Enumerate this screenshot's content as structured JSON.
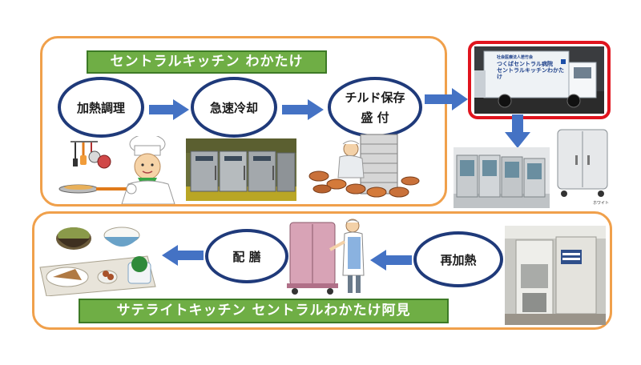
{
  "top_banner": "セントラルキッチン わかたけ",
  "bottom_banner": "サテライトキッチン セントラルわかたけ阿見",
  "steps": {
    "heat_cook": "加熱調理",
    "rapid_cool": "急速冷却",
    "chilled_line1": "チルド保存",
    "chilled_line2": "盛 付",
    "reheat": "再加熱",
    "serve": "配 膳"
  },
  "truck_text": {
    "line1": "社会医療法人若竹会",
    "line2": "つくばセントラル病院",
    "line3": "セントラルキッチンわかたけ"
  },
  "cart_caption": "ホワイト",
  "colors": {
    "panel_border": "#f0a04b",
    "banner_fill": "#6fae45",
    "oval_border": "#1f3a7a",
    "arrow": "#4472c4",
    "highlight_border": "#e0141e"
  }
}
